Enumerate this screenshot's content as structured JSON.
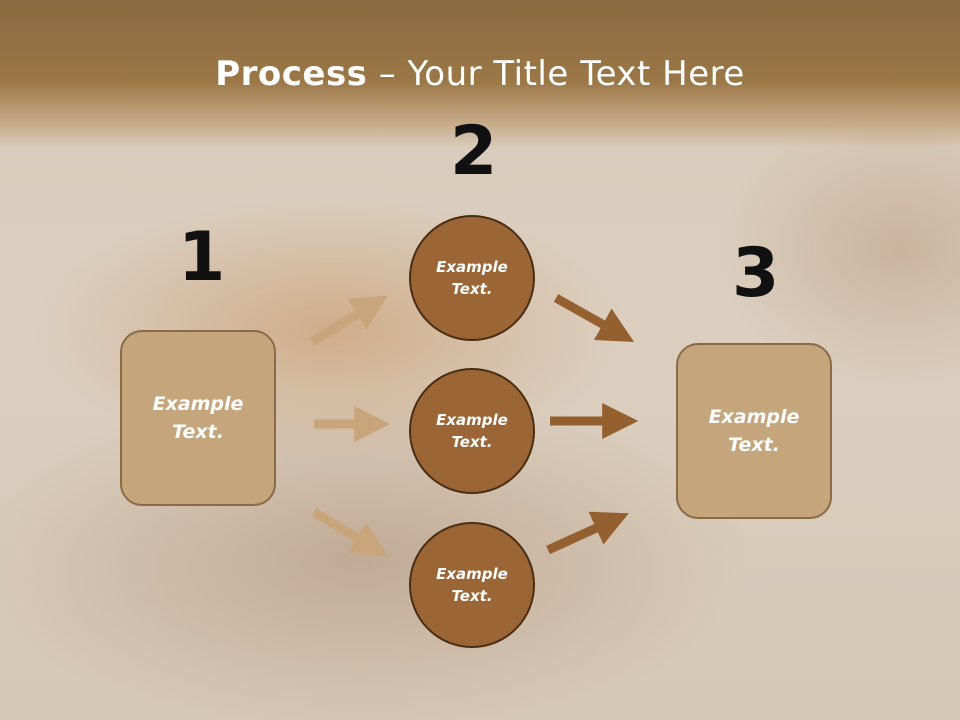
{
  "title": {
    "bold": "Process",
    "rest": " – Your Title Text Here"
  },
  "steps": {
    "one": "1",
    "two": "2",
    "three": "3"
  },
  "left_box": {
    "text": "Example Text."
  },
  "right_box": {
    "text": "Example Text."
  },
  "circles": [
    {
      "text": "Example Text."
    },
    {
      "text": "Example Text."
    },
    {
      "text": "Example Text."
    }
  ],
  "colors": {
    "light_arrow": "#c9a57c",
    "dark_arrow": "#95602f",
    "box_fill": "#c5a57b",
    "circle_fill": "#9c6535"
  }
}
